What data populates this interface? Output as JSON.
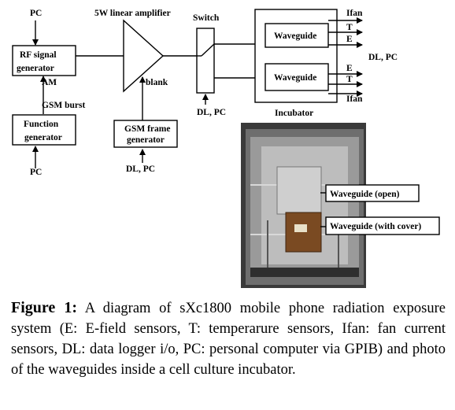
{
  "diagram": {
    "rf_generator": [
      "RF signal",
      "generator"
    ],
    "am": "AM",
    "gsm_burst": "GSM burst",
    "function_generator": [
      "Function",
      "generator"
    ],
    "amplifier": "5W linear amplifier",
    "blank": "blank",
    "gsm_frame_generator": [
      "GSM frame",
      "generator"
    ],
    "switch": "Switch",
    "waveguide": "Waveguide",
    "incubator": "Incubator",
    "ifan": "Ifan",
    "t": "T",
    "e": "E",
    "dl_pc": "DL, PC",
    "pc": "PC"
  },
  "photo": {
    "label_open": "Waveguide (open)",
    "label_cover": "Waveguide (with cover)"
  },
  "caption": {
    "figure_label": "Figure 1:",
    "text": "A diagram of sXc1800 mobile phone radiation exposure system (E: E-field sensors, T: temperarure sensors, Ifan: fan current sensors, DL: data logger i/o, PC: personal computer via GPIB) and photo of the waveguides inside a cell culture incubator."
  }
}
